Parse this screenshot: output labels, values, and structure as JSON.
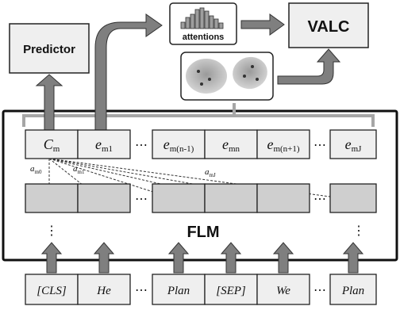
{
  "predictor": {
    "label": "Predictor"
  },
  "valc": {
    "label": "VALC"
  },
  "attentions": {
    "label": "attentions"
  },
  "flm": {
    "label": "FLM"
  },
  "embeddings": {
    "cm": {
      "base": "C",
      "sub": "m"
    },
    "items": [
      {
        "base": "e",
        "sub": "m1"
      },
      {
        "base": "e",
        "sub": "m(n-1)"
      },
      {
        "base": "e",
        "sub": "mn"
      },
      {
        "base": "e",
        "sub": "m(n+1)"
      },
      {
        "base": "e",
        "sub": "mJ"
      }
    ]
  },
  "attention_labels": [
    {
      "base": "a",
      "sub": "m0"
    },
    {
      "base": "a",
      "sub": "m1"
    },
    {
      "base": "a",
      "sub": "mJ"
    }
  ],
  "tokens": [
    "[CLS]",
    "He",
    "Plan",
    "[SEP]",
    "We",
    "Plan"
  ],
  "ellipsis": "⋯",
  "vdots": "⋮",
  "colors": {
    "arrow_fill": "#7f7f7f",
    "hidden_box": "#cfcfcf",
    "light_box": "#efefef",
    "bracket": "#a6a6a6"
  }
}
